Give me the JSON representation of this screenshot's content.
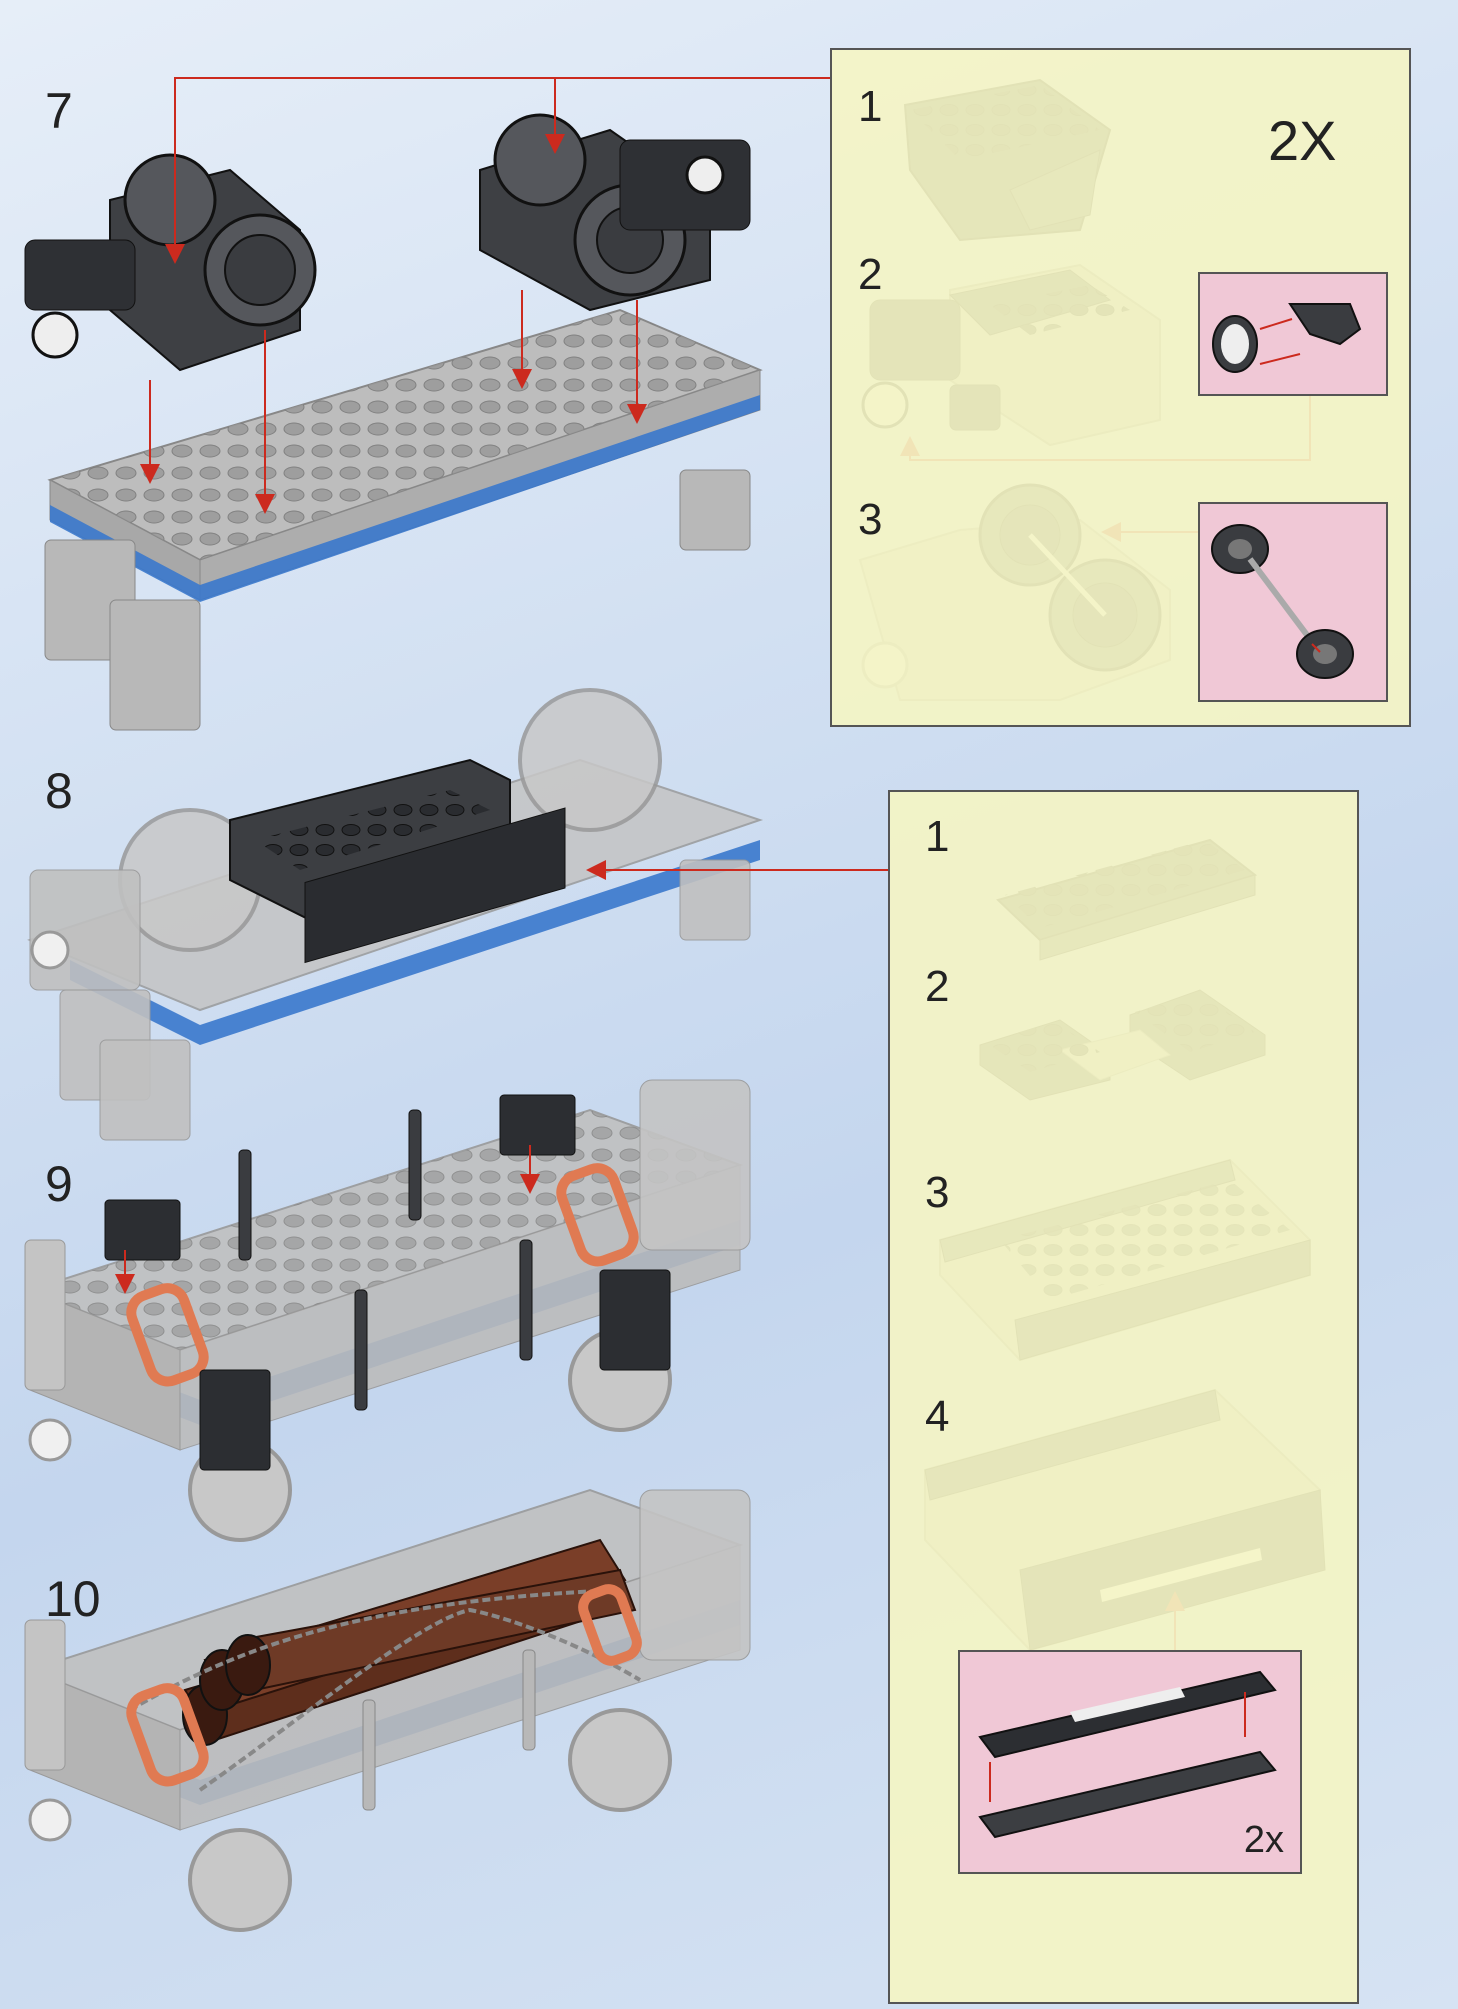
{
  "steps": {
    "s7": "7",
    "s8": "8",
    "s9": "9",
    "s10": "10"
  },
  "panel_a": {
    "substeps": [
      "1",
      "2",
      "3"
    ],
    "multiplier": "2X"
  },
  "panel_b": {
    "substeps": [
      "1",
      "2",
      "3",
      "4"
    ],
    "inset_multiplier": "2x"
  },
  "colors": {
    "background": "#d2e0f2",
    "panel": "#f4f4c4",
    "inset": "#f0c8d6",
    "arrow": "#cc2a1e",
    "brick_gray": "#b4b4b4",
    "brick_dark": "#3a3c40",
    "stripe_blue": "#3a78cc",
    "log_brown": "#6e3a26",
    "clip_orange": "#e07a52"
  }
}
